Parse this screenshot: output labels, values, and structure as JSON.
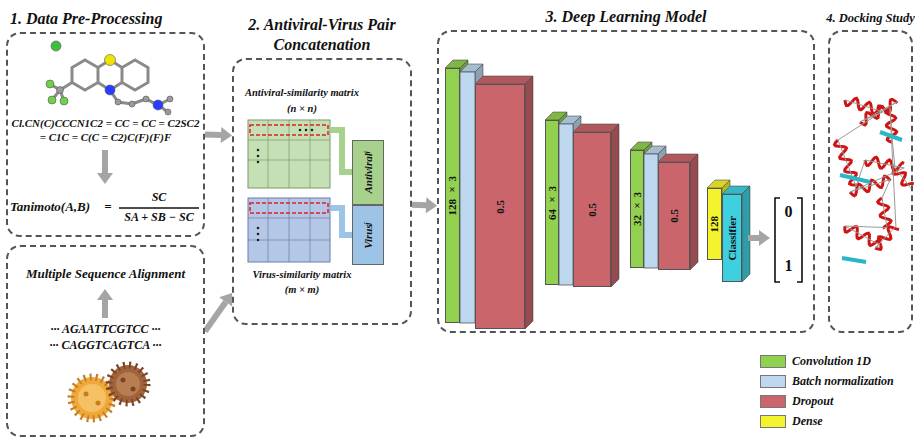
{
  "diagram": {
    "nodes": [
      {
        "text": [
          "1. Data Pre-Processing",
          "Cl.CN(C)CCCN1C2 = CC = CC = C2SC2 = C1C = C(C = C2)C(F)(F)F"
        ]
      },
      {
        "text": [
          "Multiple Sequence Alignment"
        ]
      },
      {
        "text": [
          "2. Antiviral-Virus Pair Concatenation",
          "Antiviral-similarity matrix",
          "(n × n)",
          "Virus-similarity matrix",
          "(m × m)"
        ]
      },
      {
        "text": [
          "Antiviral",
          "i"
        ],
        "in": 2
      },
      {
        "text": [
          "Virus",
          "j"
        ],
        "in": 2
      },
      {
        "text": [
          "3. Deep Learning Model"
        ]
      },
      {
        "text": [
          "128 × 3"
        ],
        "in": 5
      },
      {
        "text": [
          "0.5"
        ],
        "in": 5
      },
      {
        "text": [
          "64 × 3"
        ],
        "in": 5
      },
      {
        "text": [
          "0.5"
        ],
        "in": 5
      },
      {
        "text": [
          "32 × 3"
        ],
        "in": 5
      },
      {
        "text": [
          "0.5"
        ],
        "in": 5
      },
      {
        "text": [
          "128"
        ],
        "in": 5
      },
      {
        "text": [
          "Classifier"
        ],
        "in": 5
      },
      {
        "text": [
          "4. Docking Study"
        ]
      }
    ],
    "edges": [
      {
        "from": 0,
        "to": 2,
        "arrow": "to"
      },
      {
        "from": 1,
        "to": 2,
        "arrow": "to"
      },
      {
        "from": 2,
        "to": 5,
        "arrow": "to"
      }
    ],
    "labels": [
      "Tanimoto(A,B)",
      "=",
      "SC",
      "SA + SB − SC",
      "··· AGAATTCGTCC ···",
      "··· CAGGTCAGTCA ···",
      "0",
      "1"
    ],
    "legend": [
      {
        "text": "Convolution 1D",
        "color": "#92d050"
      },
      {
        "text": "Batch normalization",
        "color": "#bdd7ee"
      },
      {
        "text": "Dropout",
        "color": "#c9656b"
      },
      {
        "text": "Dense",
        "color": "#f4f42e"
      }
    ]
  }
}
